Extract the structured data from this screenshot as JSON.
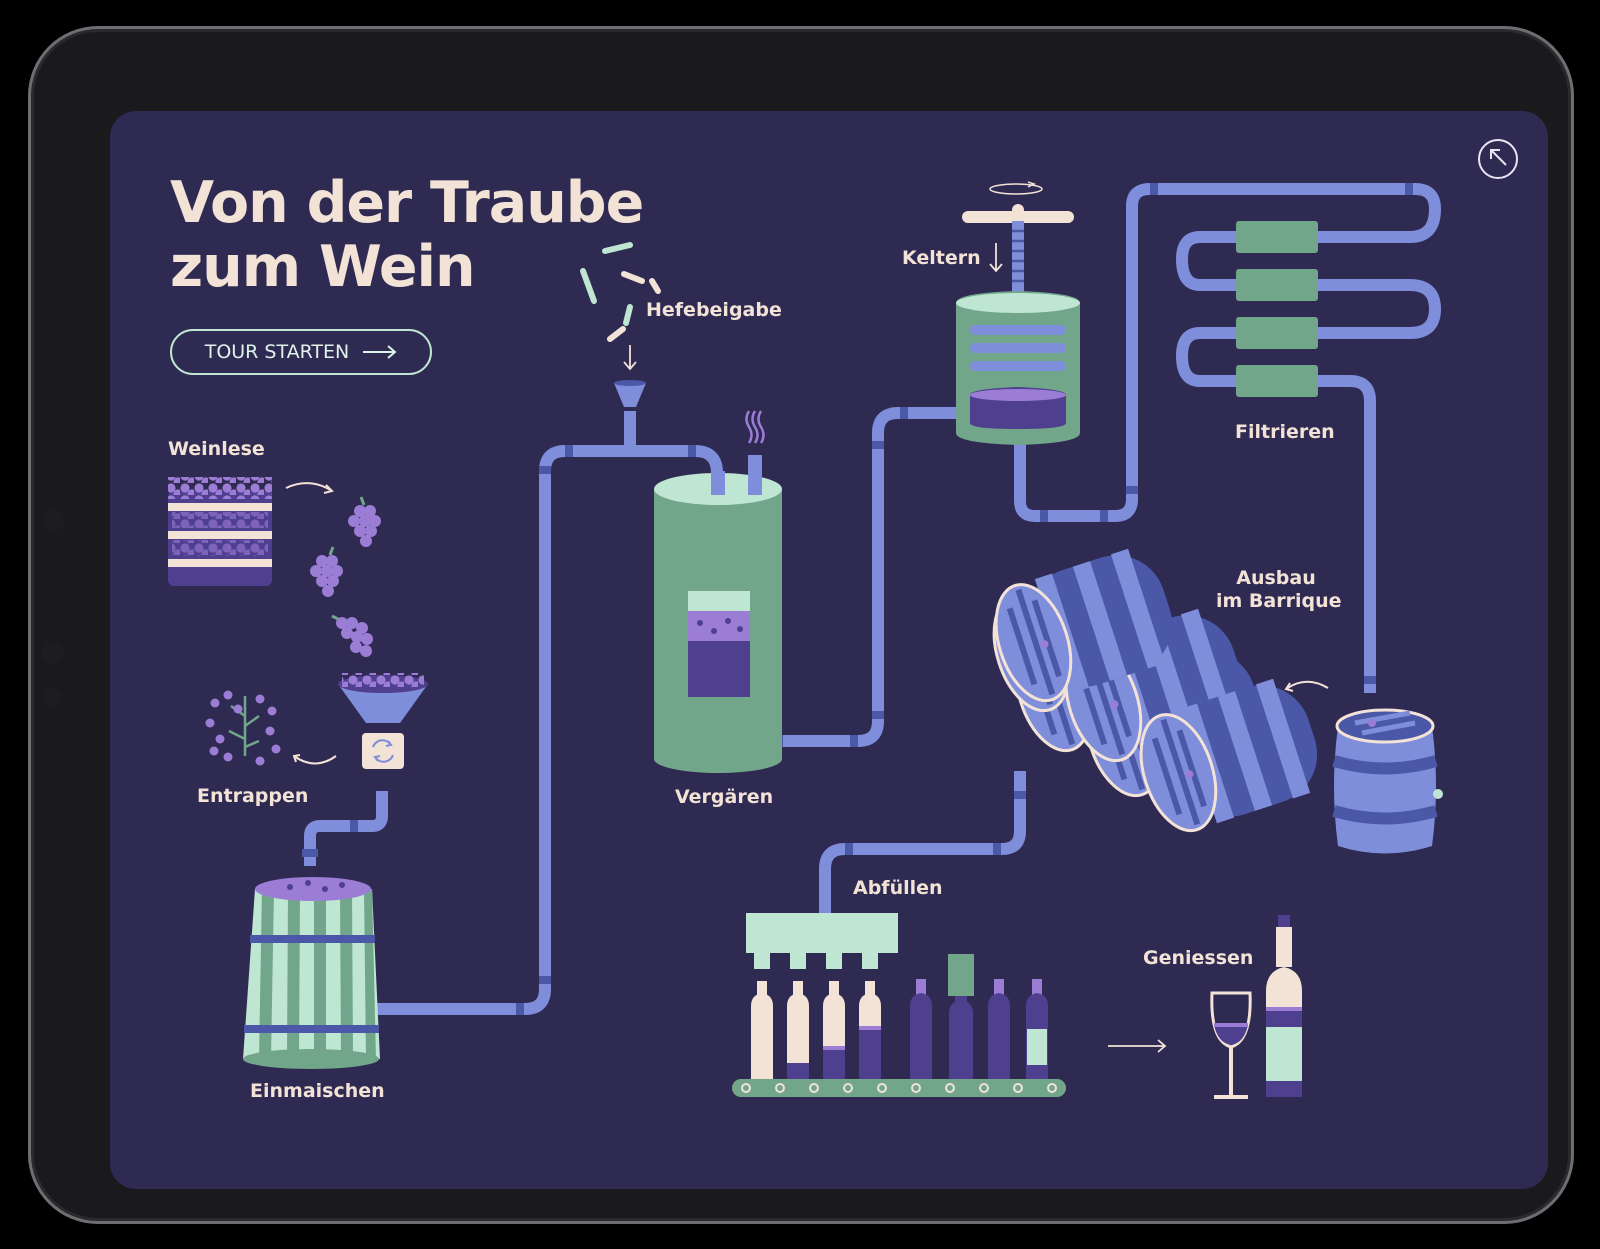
{
  "screen": {
    "title_line1": "Von der Traube",
    "title_line2": "zum Wein",
    "tour_button_label": "TOUR STARTEN"
  },
  "stages": [
    {
      "id": "weinlese",
      "label": "Weinlese"
    },
    {
      "id": "entrappen",
      "label": "Entrappen"
    },
    {
      "id": "einmaischen",
      "label": "Einmaischen"
    },
    {
      "id": "hefebeigabe",
      "label": "Hefebeigabe"
    },
    {
      "id": "vergaeren",
      "label": "Vergären"
    },
    {
      "id": "keltern",
      "label": "Keltern"
    },
    {
      "id": "filtrieren",
      "label": "Filtrieren"
    },
    {
      "id": "ausbau_line1",
      "label": "Ausbau"
    },
    {
      "id": "ausbau_line2",
      "label": "im Barrique"
    },
    {
      "id": "abfuellen",
      "label": "Abfüllen"
    },
    {
      "id": "geniessen",
      "label": "Geniessen"
    }
  ],
  "icons": {
    "collapse": "arrow-up-left-circle-icon",
    "tour_arrow": "arrow-right-icon"
  },
  "colors": {
    "background": "#2f2a52",
    "pipe": "#7f8edb",
    "pipe_joint": "#4b58a8",
    "green": "#72a68b",
    "mint": "#bfe6d2",
    "purple": "#9b7dd6",
    "cream": "#f3e2d6",
    "dark_purple": "#4f3f8f"
  }
}
